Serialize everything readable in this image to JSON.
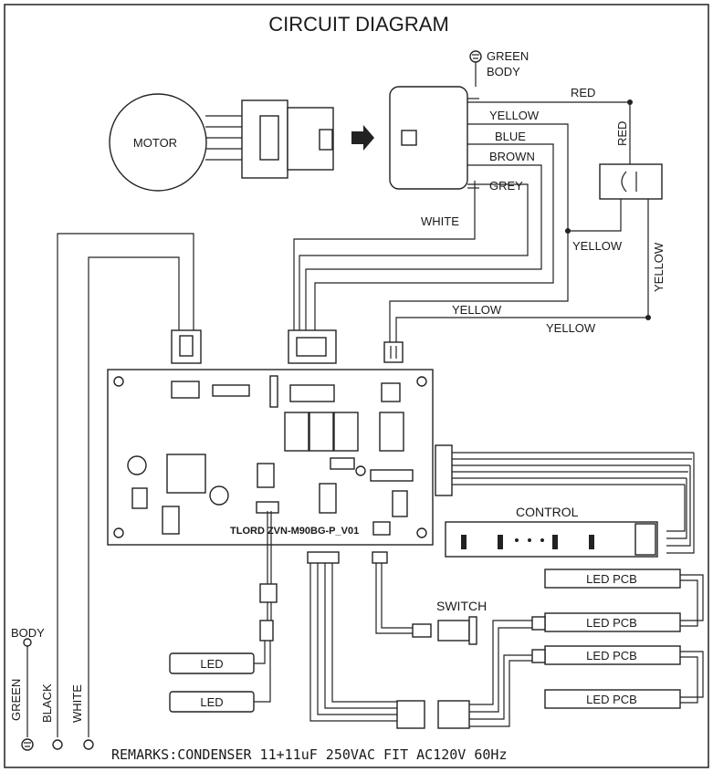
{
  "title": "CIRCUIT DIAGRAM",
  "motor": {
    "label": "MOTOR"
  },
  "ground_top": {
    "line1": "GREEN",
    "line2": "BODY"
  },
  "wire_labels": {
    "red_top": "RED",
    "yellow_a": "YELLOW",
    "blue": "BLUE",
    "brown": "BROWN",
    "grey": "GREY",
    "red_side": "RED",
    "white": "WHITE",
    "yellow_b": "YELLOW",
    "yellow_vertical": "YELLOW",
    "yellow_c": "YELLOW",
    "yellow_d": "YELLOW"
  },
  "board": {
    "label": "TLORD  ZVN-M90BG-P_V01"
  },
  "control": {
    "label": "CONTROL"
  },
  "switch": {
    "label": "SWITCH"
  },
  "led_pcb": [
    "LED PCB",
    "LED PCB",
    "LED PCB",
    "LED PCB"
  ],
  "leds": [
    "LED",
    "LED"
  ],
  "power_leads": {
    "body": "BODY",
    "green": "GREEN",
    "black": "BLACK",
    "white": "WHITE"
  },
  "remarks": "REMARKS:CONDENSER  11+11uF   250VAC  FIT  AC120V  60Hz"
}
